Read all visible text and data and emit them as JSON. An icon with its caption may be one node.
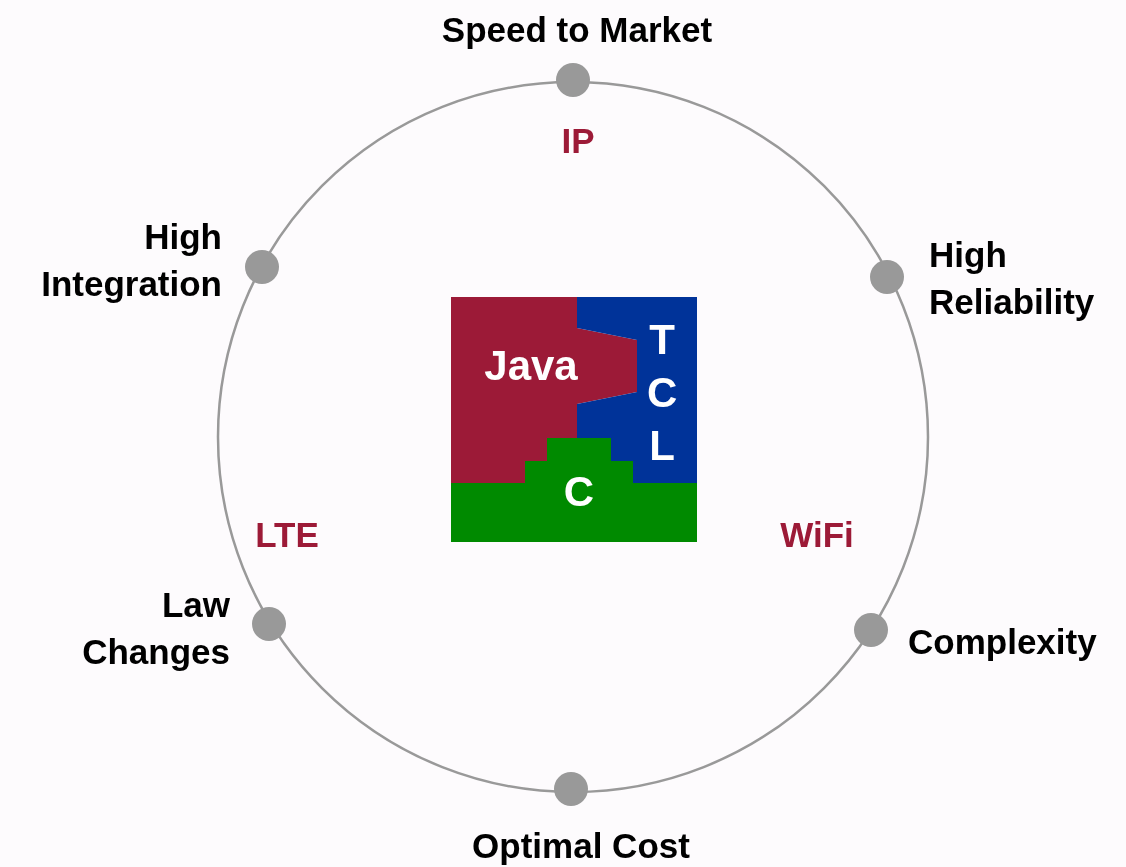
{
  "diagram": {
    "nodes": [
      {
        "text": [],
        "shape": "circle",
        "beside": [
          "Speed to Market"
        ]
      },
      {
        "text": [],
        "shape": "circle",
        "beside": [
          "High Integration"
        ]
      },
      {
        "text": [],
        "shape": "circle",
        "beside": [
          "High Reliability"
        ]
      },
      {
        "text": [
          "Java"
        ]
      },
      {
        "text": [
          "TCL"
        ]
      },
      {
        "text": [
          "C"
        ]
      },
      {
        "text": [],
        "shape": "circle",
        "beside": [
          "Law Changes"
        ]
      },
      {
        "text": [],
        "shape": "circle",
        "beside": [
          "Complexity"
        ]
      },
      {
        "text": [],
        "shape": "circle",
        "beside": [
          "Optimal Cost"
        ]
      }
    ],
    "edges": [],
    "labels": [
      "IP",
      "LTE",
      "WiFi"
    ]
  }
}
